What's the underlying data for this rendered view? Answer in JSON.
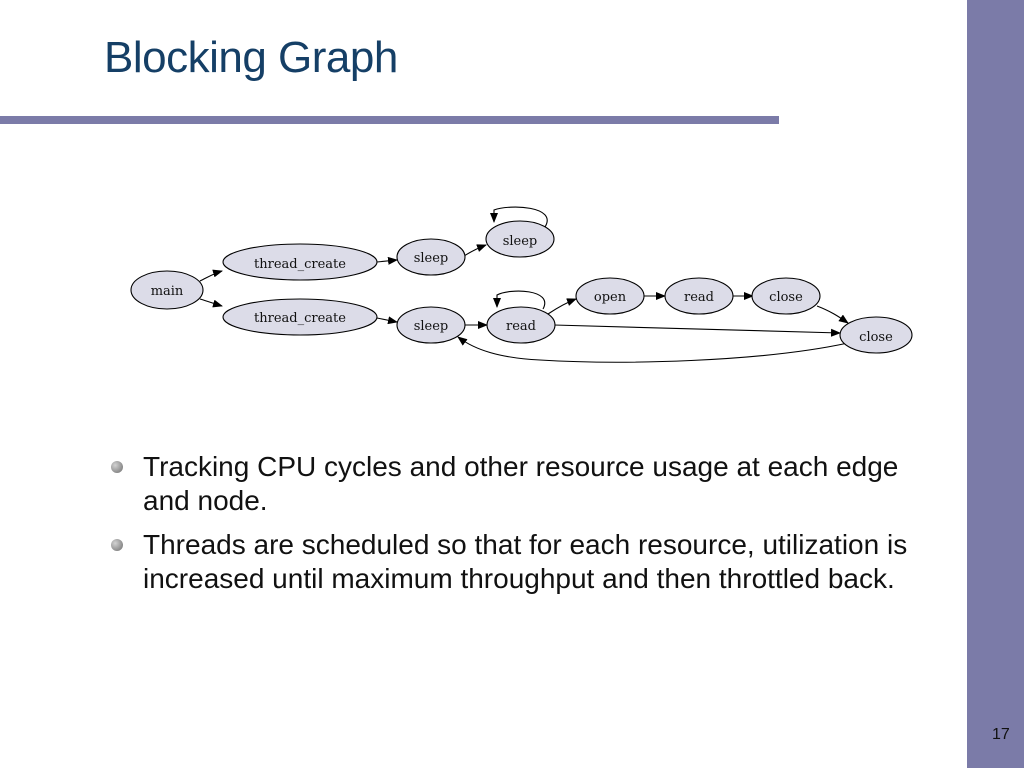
{
  "slide": {
    "title": "Blocking Graph",
    "page_number": "17"
  },
  "diagram": {
    "nodes": {
      "main": "main",
      "thread_create_top": "thread_create",
      "thread_create_bottom": "thread_create",
      "sleep_top_1": "sleep",
      "sleep_top_2": "sleep",
      "sleep_bottom": "sleep",
      "read_loop": "read",
      "open": "open",
      "read": "read",
      "close_1": "close",
      "close_2": "close"
    }
  },
  "bullets": [
    "Tracking CPU cycles and other resource usage at each edge and node.",
    "Threads are scheduled so that for each resource, utilization is increased until maximum throughput and then throttled back."
  ],
  "colors": {
    "side_band": "#7b7ba8",
    "title": "#153f66",
    "node_fill": "#dcdce8"
  }
}
